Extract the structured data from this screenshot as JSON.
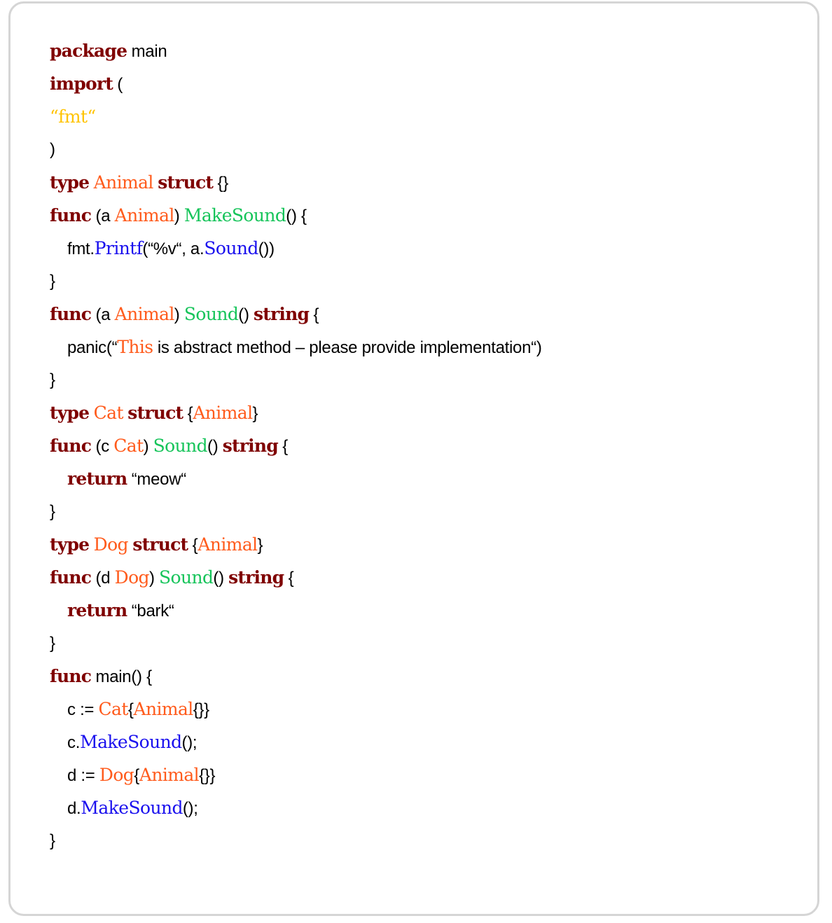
{
  "colors": {
    "keyword": "#7f0000",
    "type": "#ff5b1c",
    "function": "#16c45a",
    "method_call": "#1a10ee",
    "string": "#ffc300",
    "plain": "#000000",
    "border": "#d5d5d5"
  },
  "code": {
    "language": "Go",
    "lines": [
      {
        "indent": 0,
        "tokens": [
          {
            "t": "package",
            "k": "kw"
          },
          {
            "t": " main",
            "k": "plain"
          }
        ]
      },
      {
        "indent": 0,
        "tokens": [
          {
            "t": "import",
            "k": "kw"
          },
          {
            "t": " (",
            "k": "plain"
          }
        ]
      },
      {
        "indent": 0,
        "tokens": [
          {
            "t": "“fmt“",
            "k": "str"
          }
        ]
      },
      {
        "indent": 0,
        "tokens": [
          {
            "t": ")",
            "k": "plain"
          }
        ]
      },
      {
        "indent": 0,
        "tokens": [
          {
            "t": "type",
            "k": "kw"
          },
          {
            "t": " ",
            "k": "plain"
          },
          {
            "t": "Animal",
            "k": "ty"
          },
          {
            "t": " ",
            "k": "plain"
          },
          {
            "t": "struct",
            "k": "kw"
          },
          {
            "t": " {}",
            "k": "plain"
          }
        ]
      },
      {
        "indent": 0,
        "tokens": [
          {
            "t": "func",
            "k": "kw"
          },
          {
            "t": " (a ",
            "k": "plain"
          },
          {
            "t": "Animal",
            "k": "ty"
          },
          {
            "t": ") ",
            "k": "plain"
          },
          {
            "t": "MakeSound",
            "k": "fn"
          },
          {
            "t": "() {",
            "k": "plain"
          }
        ]
      },
      {
        "indent": 1,
        "tokens": [
          {
            "t": "fmt.",
            "k": "plain"
          },
          {
            "t": "Printf",
            "k": "call"
          },
          {
            "t": "(“%v“, a.",
            "k": "plain"
          },
          {
            "t": "Sound",
            "k": "call"
          },
          {
            "t": "())",
            "k": "plain"
          }
        ]
      },
      {
        "indent": 0,
        "tokens": [
          {
            "t": "}",
            "k": "plain"
          }
        ]
      },
      {
        "indent": 0,
        "tokens": [
          {
            "t": "func",
            "k": "kw"
          },
          {
            "t": " (a ",
            "k": "plain"
          },
          {
            "t": "Animal",
            "k": "ty"
          },
          {
            "t": ") ",
            "k": "plain"
          },
          {
            "t": "Sound",
            "k": "fn"
          },
          {
            "t": "() ",
            "k": "plain"
          },
          {
            "t": "string",
            "k": "kw"
          },
          {
            "t": " {",
            "k": "plain"
          }
        ]
      },
      {
        "indent": 1,
        "tokens": [
          {
            "t": "panic(“",
            "k": "plain"
          },
          {
            "t": "This",
            "k": "ty"
          },
          {
            "t": " is abstract method – please provide implementation“)",
            "k": "plain"
          }
        ]
      },
      {
        "indent": 0,
        "tokens": [
          {
            "t": "}",
            "k": "plain"
          }
        ]
      },
      {
        "indent": 0,
        "tokens": [
          {
            "t": "type",
            "k": "kw"
          },
          {
            "t": " ",
            "k": "plain"
          },
          {
            "t": "Cat",
            "k": "ty"
          },
          {
            "t": " ",
            "k": "plain"
          },
          {
            "t": "struct",
            "k": "kw"
          },
          {
            "t": " {",
            "k": "plain"
          },
          {
            "t": "Animal",
            "k": "ty"
          },
          {
            "t": "}",
            "k": "plain"
          }
        ]
      },
      {
        "indent": 0,
        "tokens": [
          {
            "t": "func",
            "k": "kw"
          },
          {
            "t": " (c ",
            "k": "plain"
          },
          {
            "t": "Cat",
            "k": "ty"
          },
          {
            "t": ") ",
            "k": "plain"
          },
          {
            "t": "Sound",
            "k": "fn"
          },
          {
            "t": "() ",
            "k": "plain"
          },
          {
            "t": "string",
            "k": "kw"
          },
          {
            "t": " {",
            "k": "plain"
          }
        ]
      },
      {
        "indent": 1,
        "tokens": [
          {
            "t": "return",
            "k": "kw"
          },
          {
            "t": " “meow“",
            "k": "plain"
          }
        ]
      },
      {
        "indent": 0,
        "tokens": [
          {
            "t": "}",
            "k": "plain"
          }
        ]
      },
      {
        "indent": 0,
        "tokens": [
          {
            "t": "type",
            "k": "kw"
          },
          {
            "t": " ",
            "k": "plain"
          },
          {
            "t": "Dog",
            "k": "ty"
          },
          {
            "t": " ",
            "k": "plain"
          },
          {
            "t": "struct",
            "k": "kw"
          },
          {
            "t": " {",
            "k": "plain"
          },
          {
            "t": "Animal",
            "k": "ty"
          },
          {
            "t": "}",
            "k": "plain"
          }
        ]
      },
      {
        "indent": 0,
        "tokens": [
          {
            "t": "func",
            "k": "kw"
          },
          {
            "t": " (d ",
            "k": "plain"
          },
          {
            "t": "Dog",
            "k": "ty"
          },
          {
            "t": ") ",
            "k": "plain"
          },
          {
            "t": "Sound",
            "k": "fn"
          },
          {
            "t": "() ",
            "k": "plain"
          },
          {
            "t": "string",
            "k": "kw"
          },
          {
            "t": " {",
            "k": "plain"
          }
        ]
      },
      {
        "indent": 1,
        "tokens": [
          {
            "t": "return",
            "k": "kw"
          },
          {
            "t": " “bark“",
            "k": "plain"
          }
        ]
      },
      {
        "indent": 0,
        "tokens": [
          {
            "t": "}",
            "k": "plain"
          }
        ]
      },
      {
        "indent": 0,
        "tokens": [
          {
            "t": "func",
            "k": "kw"
          },
          {
            "t": " main() {",
            "k": "plain"
          }
        ]
      },
      {
        "indent": 1,
        "tokens": [
          {
            "t": "c := ",
            "k": "plain"
          },
          {
            "t": "Cat",
            "k": "ty"
          },
          {
            "t": "{",
            "k": "plain"
          },
          {
            "t": "Animal",
            "k": "ty"
          },
          {
            "t": "{}}",
            "k": "plain"
          }
        ]
      },
      {
        "indent": 1,
        "tokens": [
          {
            "t": "c.",
            "k": "plain"
          },
          {
            "t": "MakeSound",
            "k": "call"
          },
          {
            "t": "();",
            "k": "plain"
          }
        ]
      },
      {
        "indent": 1,
        "tokens": [
          {
            "t": "d := ",
            "k": "plain"
          },
          {
            "t": "Dog",
            "k": "ty"
          },
          {
            "t": "{",
            "k": "plain"
          },
          {
            "t": "Animal",
            "k": "ty"
          },
          {
            "t": "{}}",
            "k": "plain"
          }
        ]
      },
      {
        "indent": 1,
        "tokens": [
          {
            "t": "d.",
            "k": "plain"
          },
          {
            "t": "MakeSound",
            "k": "call"
          },
          {
            "t": "();",
            "k": "plain"
          }
        ]
      },
      {
        "indent": 0,
        "tokens": [
          {
            "t": "}",
            "k": "plain"
          }
        ]
      }
    ]
  }
}
